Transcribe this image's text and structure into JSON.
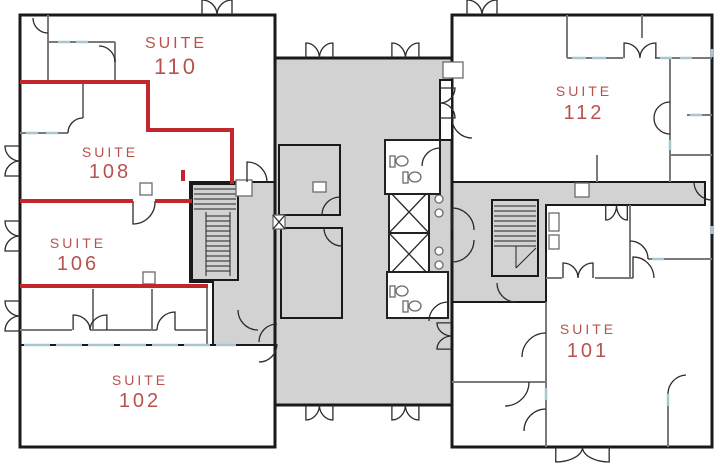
{
  "colors": {
    "suite_label": "#b9524e",
    "highlight_boundary": "#c1272d",
    "common_area_fill": "#d2d2d2",
    "exterior_wall": "#1a1a1a",
    "partition_wall": "#7a7a7a",
    "glazing": "#a9c7d2",
    "background": "#ffffff"
  },
  "suites": [
    {
      "word": "SUITE",
      "number": "110",
      "highlighted": false
    },
    {
      "word": "SUITE",
      "number": "108",
      "highlighted": true
    },
    {
      "word": "SUITE",
      "number": "106",
      "highlighted": true
    },
    {
      "word": "SUITE",
      "number": "102",
      "highlighted": false
    },
    {
      "word": "SUITE",
      "number": "112",
      "highlighted": false
    },
    {
      "word": "SUITE",
      "number": "101",
      "highlighted": false
    }
  ]
}
